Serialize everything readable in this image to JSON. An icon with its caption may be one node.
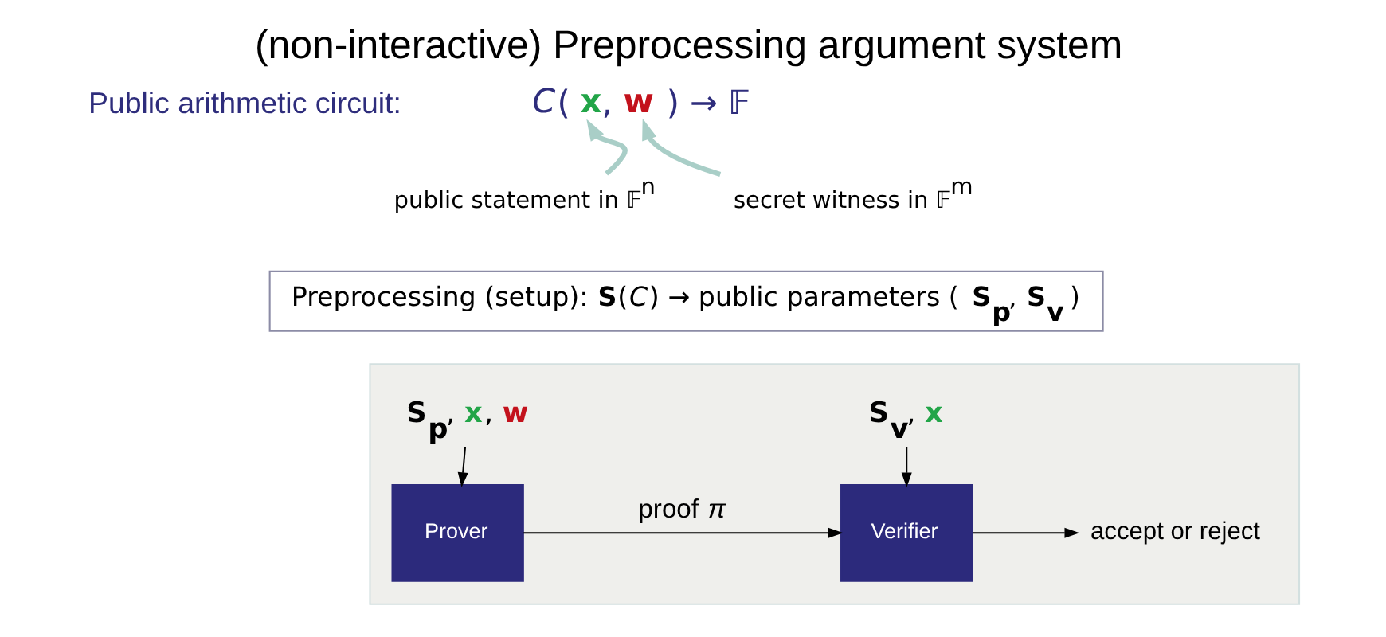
{
  "diagram": {
    "title": "(non-interactive) Preprocessing argument system",
    "nodes": [
      {
        "text": [
          "*C*( **x**, **w** ) → 𝔽"
        ]
      },
      {
        "text": [
          "public statement in 𝔽$^{n}$"
        ]
      },
      {
        "text": [
          "secret witness in 𝔽$^{m}$"
        ]
      },
      {
        "text": [
          "Preprocessing (setup): **S**(*C*) → public parameters ( **S$_{p}$**, **S$_{v}$** )"
        ]
      },
      {
        "text": [],
        "shape": "box"
      },
      {
        "text": [
          "**S$_{p}$**, **x**, **w**"
        ],
        "in": 4
      },
      {
        "text": [
          "Prover"
        ],
        "in": 4
      },
      {
        "text": [
          "**S$_{v}$**, **x**"
        ],
        "in": 4
      },
      {
        "text": [
          "Verifier"
        ],
        "in": 4
      },
      {
        "text": [
          "accept or reject"
        ],
        "in": 4
      }
    ],
    "edges": [
      {
        "from": 1,
        "to": 0,
        "arrow": "to",
        "style": "thick",
        "color": "#a9cec7"
      },
      {
        "from": 2,
        "to": 0,
        "arrow": "to",
        "style": "thick",
        "color": "#a9cec7"
      },
      {
        "from": 5,
        "to": 6,
        "arrow": "to"
      },
      {
        "from": 7,
        "to": 8,
        "arrow": "to"
      },
      {
        "from": 6,
        "to": 8,
        "arrow": "to",
        "label": "proof *π*"
      },
      {
        "from": 8,
        "to": 9,
        "arrow": "to"
      }
    ],
    "labels": [
      "Public arithmetic circuit:"
    ]
  }
}
